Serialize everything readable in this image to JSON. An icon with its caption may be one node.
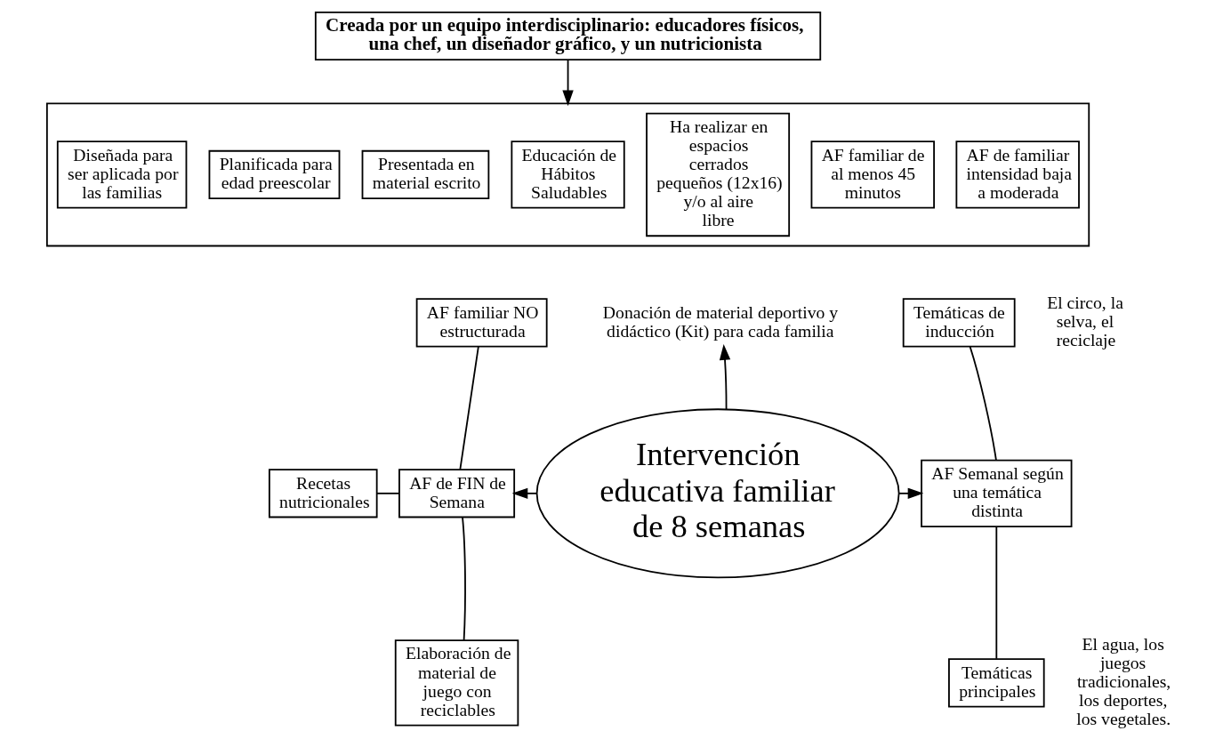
{
  "diagram": {
    "nodes": [
      {
        "text": [
          "Creada por un equipo interdisciplinario: educadores físicos, una chef, un diseñador gráfico, y un nutricionista"
        ]
      },
      {
        "text": [],
        "shape": "box"
      },
      {
        "text": [
          "Diseñada para ser aplicada por las familias"
        ],
        "in": 1
      },
      {
        "text": [
          "Planificada para edad preescolar"
        ],
        "in": 1
      },
      {
        "text": [
          "Presentada en material escrito"
        ],
        "in": 1
      },
      {
        "text": [
          "Educación de Hábitos Saludables"
        ],
        "in": 1
      },
      {
        "text": [
          "Ha realizar en espacios cerrados pequeños (12x16) y/o al aire libre"
        ],
        "in": 1
      },
      {
        "text": [
          "AF familiar de al menos 45 minutos"
        ],
        "in": 1
      },
      {
        "text": [
          "AF de familiar intensidad baja a moderada"
        ],
        "in": 1
      },
      {
        "text": [
          "Donación de material deportivo y didáctico (Kit) para cada familia"
        ]
      },
      {
        "text": [
          "AF familiar NO estructurada"
        ]
      },
      {
        "text": [
          "Recetas nutricionales"
        ]
      },
      {
        "text": [
          "Elaboración de material de juego con reciclables"
        ]
      },
      {
        "text": [
          "AF de FIN de Semana"
        ]
      },
      {
        "text": [
          "Intervención educativa familiar de 8 semanas"
        ]
      },
      {
        "text": [
          "AF Semanal según una temática distinta"
        ]
      },
      {
        "text": [
          "Temáticas de inducción"
        ],
        "beside": [
          "El circo, la selva, el reciclaje"
        ]
      },
      {
        "text": [
          "Temáticas principales"
        ],
        "beside": [
          "El agua, los juegos tradicionales, los deportes, los vegetales."
        ]
      }
    ],
    "edges": [
      {
        "from": 0,
        "to": 1,
        "arrow": "to"
      },
      {
        "from": 14,
        "to": 9,
        "arrow": "to"
      },
      {
        "from": 14,
        "to": 13,
        "arrow": "to"
      },
      {
        "from": 14,
        "to": 15,
        "arrow": "to"
      },
      {
        "from": 10,
        "to": 13,
        "arrow": "none"
      },
      {
        "from": 11,
        "to": 13,
        "arrow": "none"
      },
      {
        "from": 12,
        "to": 13,
        "arrow": "none"
      },
      {
        "from": 15,
        "to": 16,
        "arrow": "none"
      },
      {
        "from": 15,
        "to": 17,
        "arrow": "none"
      }
    ]
  }
}
